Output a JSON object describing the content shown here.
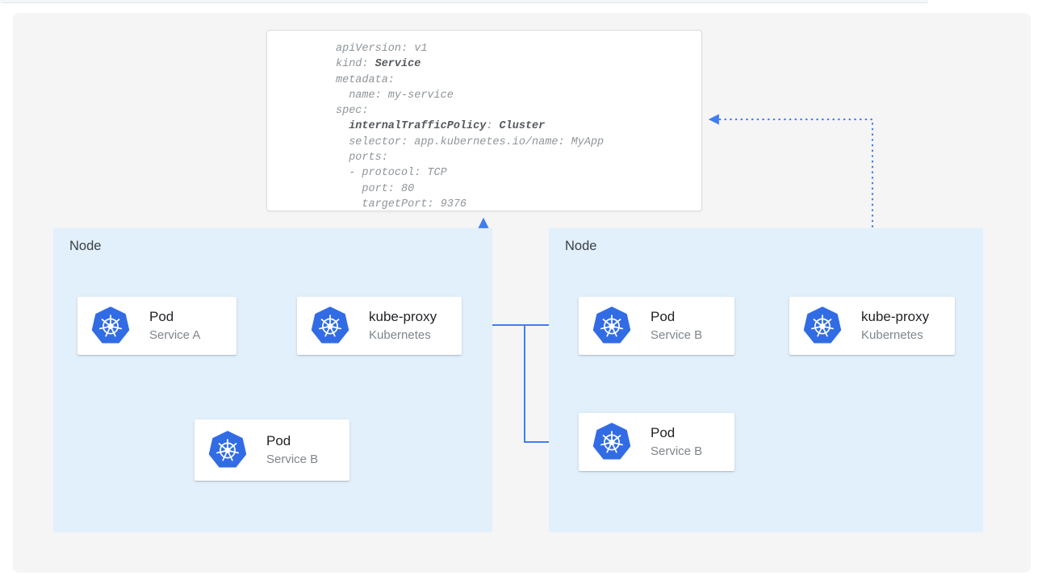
{
  "yaml_panel": {
    "lines": [
      {
        "segments": [
          {
            "text": "apiVersion: v1",
            "bold": false
          }
        ]
      },
      {
        "segments": [
          {
            "text": "kind: ",
            "bold": false
          },
          {
            "text": "Service",
            "bold": true
          }
        ]
      },
      {
        "segments": [
          {
            "text": "metadata:",
            "bold": false
          }
        ]
      },
      {
        "segments": [
          {
            "text": "  name: my-service",
            "bold": false
          }
        ]
      },
      {
        "segments": [
          {
            "text": "spec:",
            "bold": false
          }
        ]
      },
      {
        "segments": [
          {
            "text": "  ",
            "bold": false
          },
          {
            "text": "internalTrafficPolicy",
            "bold": true
          },
          {
            "text": ": ",
            "bold": false
          },
          {
            "text": "Cluster",
            "bold": true
          }
        ]
      },
      {
        "segments": [
          {
            "text": "  selector: app.kubernetes.io/name: MyApp",
            "bold": false
          }
        ]
      },
      {
        "segments": [
          {
            "text": "  ports:",
            "bold": false
          }
        ]
      },
      {
        "segments": [
          {
            "text": "  - protocol: TCP",
            "bold": false
          }
        ]
      },
      {
        "segments": [
          {
            "text": "    port: 80",
            "bold": false
          }
        ]
      },
      {
        "segments": [
          {
            "text": "    targetPort: 9376",
            "bold": false
          }
        ]
      }
    ]
  },
  "nodes": [
    {
      "label": "Node"
    },
    {
      "label": "Node"
    }
  ],
  "cards": [
    {
      "title": "Pod",
      "subtitle": "Service A",
      "icon": "kubernetes-icon"
    },
    {
      "title": "kube-proxy",
      "subtitle": "Kubernetes",
      "icon": "kubernetes-icon"
    },
    {
      "title": "Pod",
      "subtitle": "Service B",
      "icon": "kubernetes-icon"
    },
    {
      "title": "Pod",
      "subtitle": "Service B",
      "icon": "kubernetes-icon"
    },
    {
      "title": "Pod",
      "subtitle": "Service B",
      "icon": "kubernetes-icon"
    },
    {
      "title": "kube-proxy",
      "subtitle": "Kubernetes",
      "icon": "kubernetes-icon"
    }
  ],
  "colors": {
    "arrow_blue": "#3f7ef0",
    "kubernetes_blue": "#326ce5",
    "node_background": "#e2f0fc",
    "canvas_background": "#f5f5f5",
    "card_title_text": "#1f2124",
    "card_subtitle_text": "#7f868d",
    "yaml_text": "#8f959a",
    "yaml_bold_text": "#54585d"
  }
}
